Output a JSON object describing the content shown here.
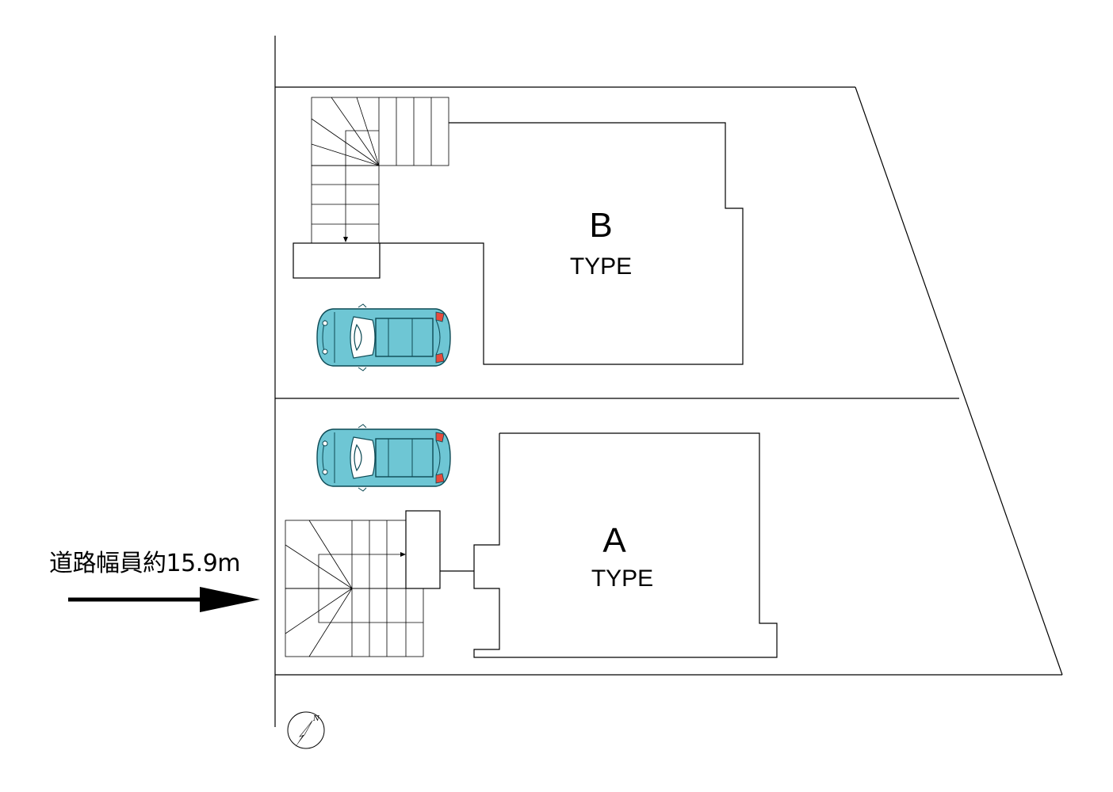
{
  "units": {
    "b": {
      "letter": "B",
      "type_label": "TYPE"
    },
    "a": {
      "letter": "A",
      "type_label": "TYPE"
    }
  },
  "road": {
    "label": "道路幅員約15.9m"
  },
  "compass": {
    "north_label": "N"
  }
}
